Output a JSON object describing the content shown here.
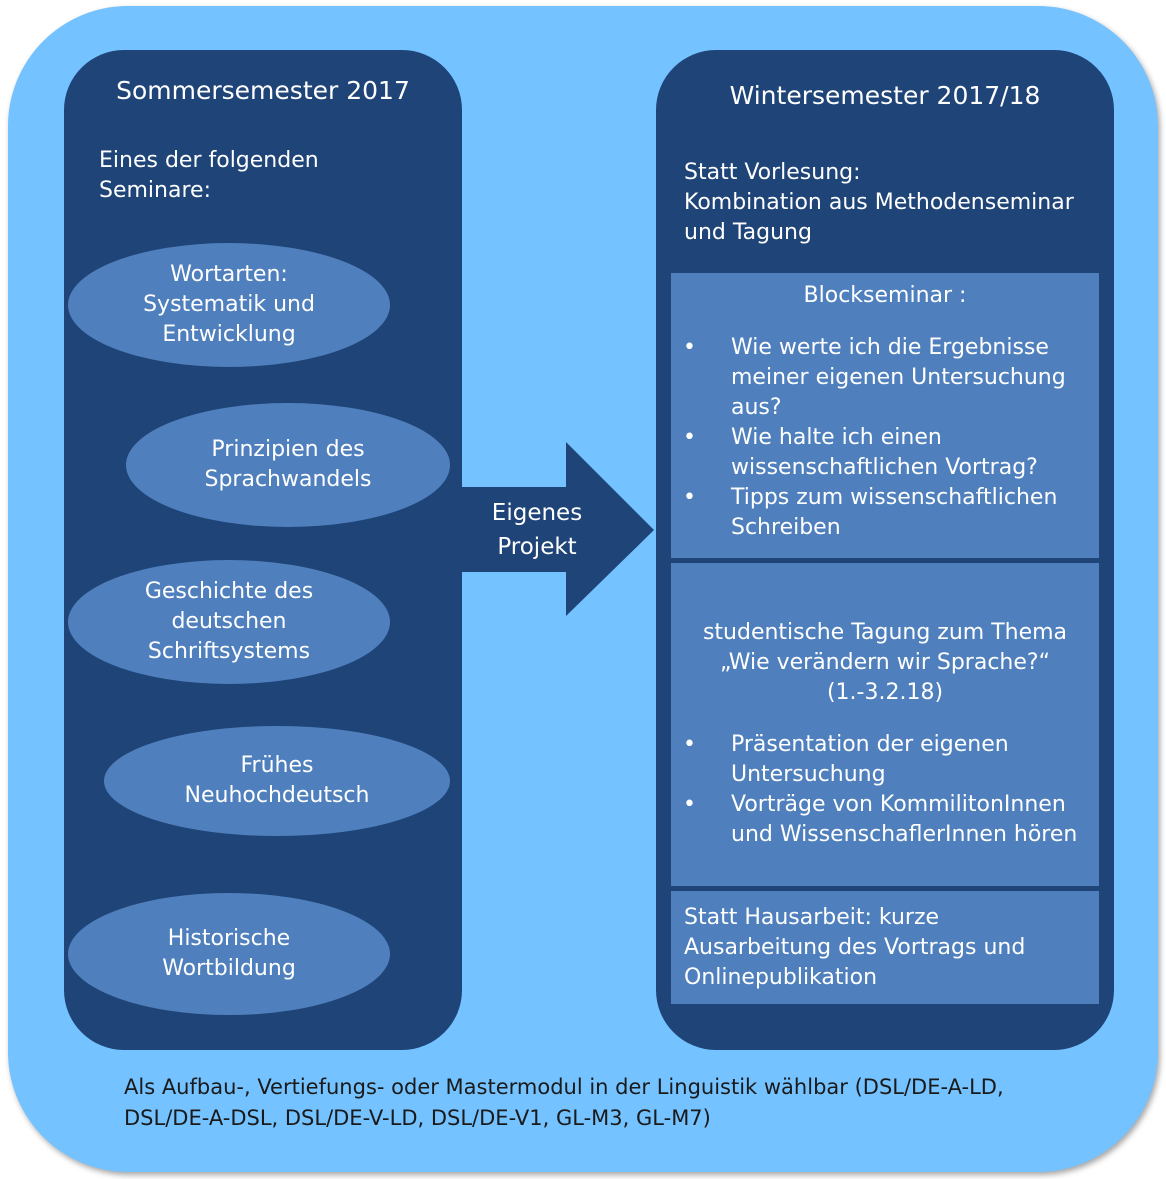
{
  "left_column": {
    "title": "Sommersemester 2017",
    "intro": "Eines der folgenden\nSeminare:",
    "seminars": [
      "Wortarten:\nSystematik und\nEntwicklung",
      "Prinzipien des\nSprachwandels",
      "Geschichte des\ndeutschen\nSchriftsystems",
      "Frühes\nNeuhochdeutsch",
      "Historische\nWortbildung"
    ]
  },
  "arrow": {
    "label": "Eigenes\nProjekt"
  },
  "right_column": {
    "title": "Wintersemester 2017/18",
    "intro": "Statt Vorlesung:\nKombination aus Methodenseminar\nund Tagung",
    "block_seminar": {
      "heading": "Blockseminar :",
      "items": [
        "Wie werte ich die Ergebnisse\nmeiner eigenen Untersuchung\naus?",
        "Wie halte ich einen\nwissenschaftlichen Vortrag?",
        "Tipps zum wissenschaftlichen\nSchreiben"
      ]
    },
    "conference": {
      "heading": "studentische Tagung zum Thema\n„Wie verändern wir Sprache?“\n(1.-3.2.18)",
      "items": [
        "Präsentation der eigenen\nUntersuchung",
        "Vorträge von KommilitonInnen\nund WissenschaflerInnen hören"
      ]
    },
    "paper": "Statt Hausarbeit: kurze\nAusarbeitung des Vortrags und\nOnlinepublikation"
  },
  "footer": "Als Aufbau-, Vertiefungs- oder Mastermodul in der Linguistik wählbar (DSL/DE-A-LD,\nDSL/DE-A-DSL, DSL/DE-V-LD, DSL/DE-V1, GL-M3, GL-M7)",
  "colors": {
    "outer": "#74c2ff",
    "column": "#1f4478",
    "box": "#4f80bd"
  }
}
